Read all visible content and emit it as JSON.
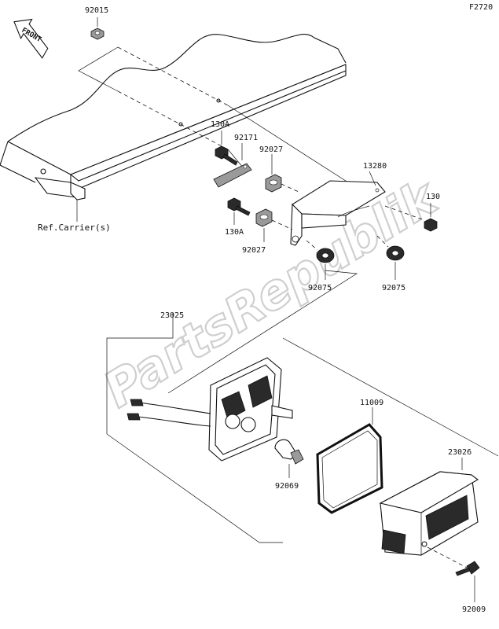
{
  "figure_code": "F2720",
  "front_label": "FRONT",
  "watermark": "PartsRepublik",
  "ref_label": "Ref.Carrier(s)",
  "parts": [
    {
      "id": "p92015",
      "label": "92015"
    },
    {
      "id": "p130a_top",
      "label": "130A"
    },
    {
      "id": "p92171",
      "label": "92171"
    },
    {
      "id": "p92027_top",
      "label": "92027"
    },
    {
      "id": "p13280",
      "label": "13280"
    },
    {
      "id": "p130",
      "label": "130"
    },
    {
      "id": "p130a_bot",
      "label": "130A"
    },
    {
      "id": "p92027_bot",
      "label": "92027"
    },
    {
      "id": "p92075_left",
      "label": "92075"
    },
    {
      "id": "p92075_right",
      "label": "92075"
    },
    {
      "id": "p23025",
      "label": "23025"
    },
    {
      "id": "p11009",
      "label": "11009"
    },
    {
      "id": "p23026",
      "label": "23026"
    },
    {
      "id": "p92069",
      "label": "92069"
    },
    {
      "id": "p92009",
      "label": "92009"
    }
  ]
}
